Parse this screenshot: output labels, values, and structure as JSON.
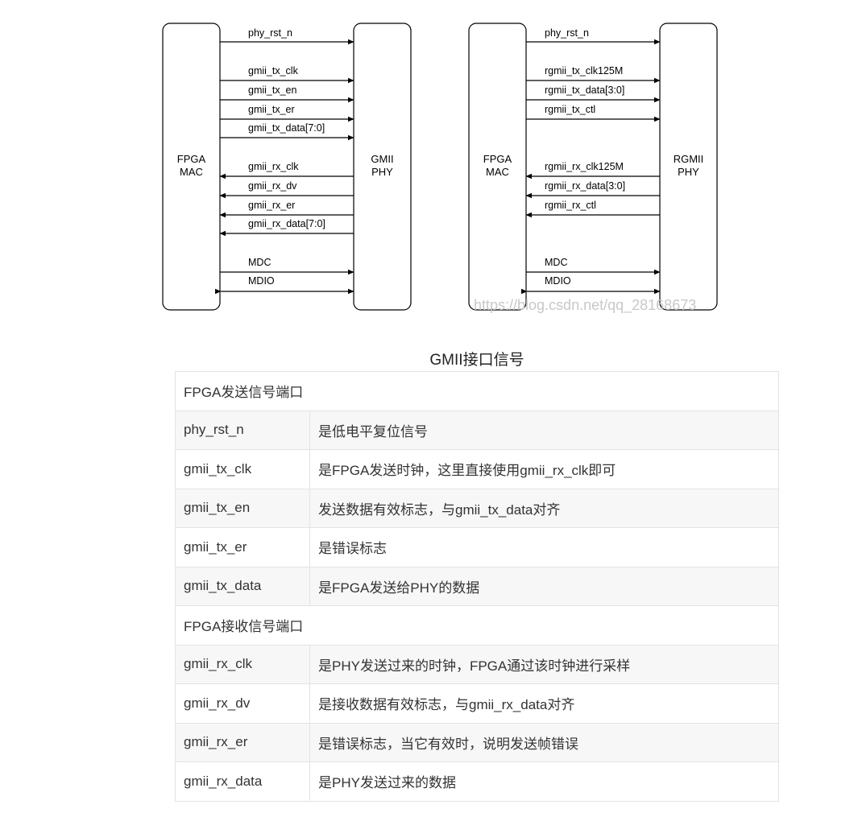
{
  "gmii_diagram": {
    "mac_label_1": "FPGA",
    "mac_label_2": "MAC",
    "phy_label_1": "GMII",
    "phy_label_2": "PHY",
    "signals": {
      "s0": "phy_rst_n",
      "s1": "gmii_tx_clk",
      "s2": "gmii_tx_en",
      "s3": "gmii_tx_er",
      "s4": "gmii_tx_data[7:0]",
      "s5": "gmii_rx_clk",
      "s6": "gmii_rx_dv",
      "s7": "gmii_rx_er",
      "s8": "gmii_rx_data[7:0]",
      "s9": "MDC",
      "s10": "MDIO"
    }
  },
  "rgmii_diagram": {
    "mac_label_1": "FPGA",
    "mac_label_2": "MAC",
    "phy_label_1": "RGMII",
    "phy_label_2": "PHY",
    "signals": {
      "s0": "phy_rst_n",
      "s1": "rgmii_tx_clk125M",
      "s2": "rgmii_tx_data[3:0]",
      "s3": "rgmii_tx_ctl",
      "s4": "rgmii_rx_clk125M",
      "s5": "rgmii_rx_data[3:0]",
      "s6": "rgmii_rx_ctl",
      "s7": "MDC",
      "s8": "MDIO"
    },
    "watermark": "https://blog.csdn.net/qq_28168673"
  },
  "caption": "GMII接口信号",
  "table": {
    "tx_header": "FPGA发送信号端口",
    "tx_rows": [
      {
        "name": "phy_rst_n",
        "desc": "是低电平复位信号"
      },
      {
        "name": "gmii_tx_clk",
        "desc": "是FPGA发送时钟，这里直接使用gmii_rx_clk即可"
      },
      {
        "name": "gmii_tx_en",
        "desc": "发送数据有效标志，与gmii_tx_data对齐"
      },
      {
        "name": "gmii_tx_er",
        "desc": "是错误标志"
      },
      {
        "name": "gmii_tx_data",
        "desc": "是FPGA发送给PHY的数据"
      }
    ],
    "rx_header": "FPGA接收信号端口",
    "rx_rows": [
      {
        "name": "gmii_rx_clk",
        "desc": "是PHY发送过来的时钟，FPGA通过该时钟进行采样"
      },
      {
        "name": "gmii_rx_dv",
        "desc": "是接收数据有效标志，与gmii_rx_data对齐"
      },
      {
        "name": "gmii_rx_er",
        "desc": "是错误标志，当它有效时，说明发送帧错误"
      },
      {
        "name": "gmii_rx_data",
        "desc": "是PHY发送过来的数据"
      }
    ]
  }
}
